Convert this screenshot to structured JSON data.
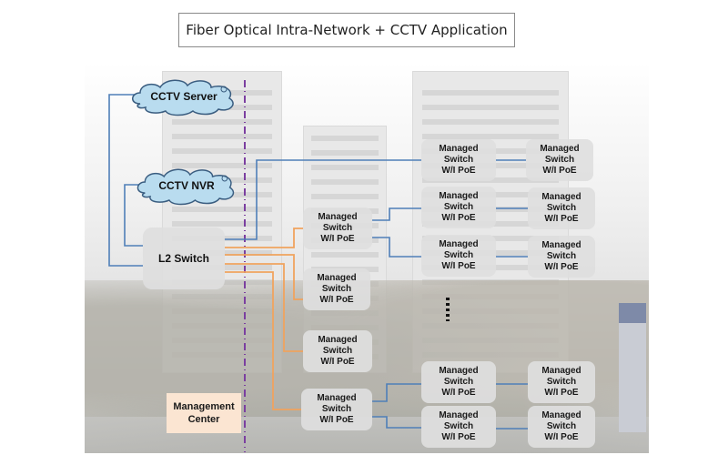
{
  "title": "Fiber Optical Intra-Network + CCTV Application",
  "colors": {
    "fiber_line": "#f0a35e",
    "copper_line": "#4f7fb8",
    "divider_line": "#7b3fa0",
    "cloud_fill": "#b9dcef",
    "cloud_stroke": "#3a5d80",
    "switch_fill": "#dedede",
    "management_fill": "#fbe5d2"
  },
  "nodes": {
    "cctv_server": {
      "label": "CCTV Server",
      "icon": "cloud-icon"
    },
    "cctv_nvr": {
      "label": "CCTV NVR",
      "icon": "cloud-icon"
    },
    "l2_switch": {
      "label": "L2 Switch"
    },
    "management_center": {
      "line1": "Management",
      "line2": "Center"
    },
    "managed_switches": [
      {
        "id": "ms-top-left",
        "l1": "Managed",
        "l2": "Switch",
        "l3": "W/I PoE"
      },
      {
        "id": "ms-top-right",
        "l1": "Managed",
        "l2": "Switch",
        "l3": "W/I PoE"
      },
      {
        "id": "ms-row2-mid",
        "l1": "Managed",
        "l2": "Switch",
        "l3": "W/I PoE"
      },
      {
        "id": "ms-row2-right",
        "l1": "Managed",
        "l2": "Switch",
        "l3": "W/I PoE"
      },
      {
        "id": "ms-row3-mid",
        "l1": "Managed",
        "l2": "Switch",
        "l3": "W/I PoE"
      },
      {
        "id": "ms-row3-right",
        "l1": "Managed",
        "l2": "Switch",
        "l3": "W/I PoE"
      },
      {
        "id": "ms-agg-1",
        "l1": "Managed",
        "l2": "Switch",
        "l3": "W/I PoE"
      },
      {
        "id": "ms-agg-2",
        "l1": "Managed",
        "l2": "Switch",
        "l3": "W/I PoE"
      },
      {
        "id": "ms-agg-3",
        "l1": "Managed",
        "l2": "Switch",
        "l3": "W/I PoE"
      },
      {
        "id": "ms-agg-4",
        "l1": "Managed",
        "l2": "Switch",
        "l3": "W/I PoE"
      },
      {
        "id": "ms-bot1-mid",
        "l1": "Managed",
        "l2": "Switch",
        "l3": "W/I PoE"
      },
      {
        "id": "ms-bot1-right",
        "l1": "Managed",
        "l2": "Switch",
        "l3": "W/I PoE"
      },
      {
        "id": "ms-bot2-mid",
        "l1": "Managed",
        "l2": "Switch",
        "l3": "W/I PoE"
      },
      {
        "id": "ms-bot2-right",
        "l1": "Managed",
        "l2": "Switch",
        "l3": "W/I PoE"
      }
    ]
  },
  "ellipsis": "vertical-dots"
}
